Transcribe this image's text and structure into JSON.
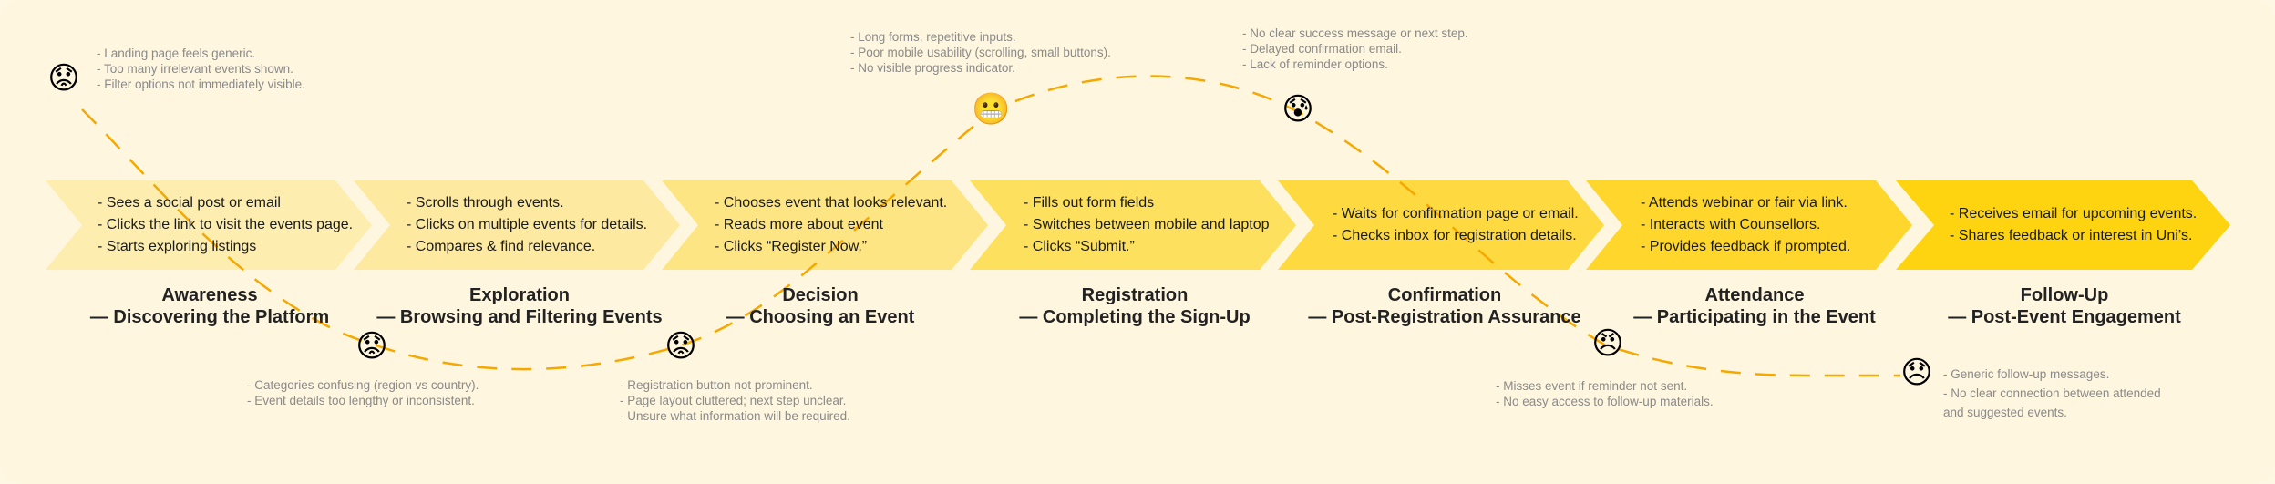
{
  "colors": {
    "background": "#fff6df",
    "curve": "#f5a800",
    "stage_fills": [
      "#fdeeb0",
      "#fde9a0",
      "#fee583",
      "#fee05f",
      "#fed93f",
      "#fed62c",
      "#fdd40f"
    ],
    "text_dark": "#1c1c1c",
    "text_muted": "#8a8a8a"
  },
  "stages": [
    {
      "title": "Awareness",
      "subtitle": "— Discovering the Platform",
      "actions": [
        "- Sees a social post or email",
        "- Clicks the link to visit the events page.",
        "- Starts exploring listings"
      ]
    },
    {
      "title": "Exploration",
      "subtitle": "— Browsing and Filtering Events",
      "actions": [
        "- Scrolls through events.",
        "- Clicks on multiple events for details.",
        "- Compares & find relevance."
      ]
    },
    {
      "title": "Decision",
      "subtitle": "— Choosing an Event",
      "actions": [
        "- Chooses event that looks relevant.",
        "- Reads more about event",
        "- Clicks “Register Now.”"
      ]
    },
    {
      "title": "Registration",
      "subtitle": "— Completing the Sign-Up",
      "actions": [
        "- Fills out form fields",
        "- Switches between mobile and laptop",
        "- Clicks “Submit.”"
      ]
    },
    {
      "title": "Confirmation",
      "subtitle": "— Post-Registration Assurance",
      "actions": [
        "- Waits for confirmation page or email.",
        "- Checks inbox for registration details."
      ]
    },
    {
      "title": "Attendance",
      "subtitle": "— Participating in the Event",
      "actions": [
        "- Attends webinar or fair via link.",
        "- Interacts with Counsellors.",
        "- Provides feedback if prompted."
      ]
    },
    {
      "title": "Follow-Up",
      "subtitle": "— Post-Event Engagement",
      "actions": [
        "- Receives email for upcoming events.",
        "- Shares feedback or interest in Uni’s."
      ]
    }
  ],
  "pain_points": [
    {
      "emotion": "worried-face",
      "emoji": "😟",
      "notes": [
        "- Landing page feels generic.",
        "- Too many irrelevant events shown.",
        "- Filter options not immediately visible."
      ]
    },
    {
      "emotion": "worried-face",
      "emoji": "😟",
      "notes": [
        "- Categories confusing (region vs country).",
        " - Event details too lengthy or inconsistent."
      ]
    },
    {
      "emotion": "worried-face",
      "emoji": "😟",
      "notes": [
        "- Registration button not prominent.",
        "- Page layout cluttered; next step unclear.",
        "- Unsure what information will be required."
      ]
    },
    {
      "emotion": "grimacing-face",
      "emoji": "😬",
      "notes": [
        "- Long forms, repetitive inputs.",
        "- Poor mobile usability (scrolling, small buttons).",
        "- No visible progress indicator."
      ]
    },
    {
      "emotion": "anxious-face-with-sweat",
      "emoji": "😰",
      "notes": [
        "- No clear success message or next step.",
        "- Delayed confirmation email.",
        "- Lack of reminder options."
      ]
    },
    {
      "emotion": "angry-face",
      "emoji": "😠",
      "notes": [
        "- Misses event if reminder not sent.",
        "- No easy access to follow-up materials."
      ]
    },
    {
      "emotion": "disappointed-face",
      "emoji": "😞",
      "notes": [
        "- Generic follow-up messages.",
        "- No clear connection between attended",
        "and suggested events."
      ]
    }
  ]
}
